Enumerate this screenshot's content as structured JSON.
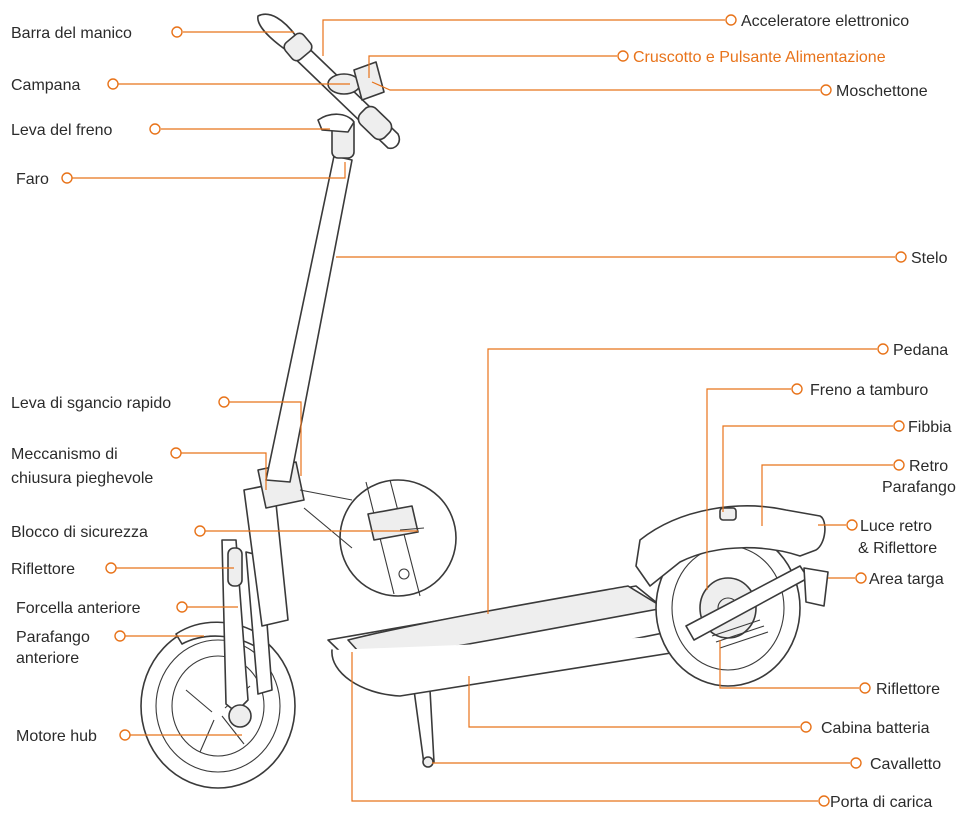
{
  "labels": {
    "acceleratore": "Acceleratore elettronico",
    "cruscotto": "Cruscotto e Pulsante Alimentazione",
    "moschettone": "Moschettone",
    "barra": "Barra del manico",
    "campana": "Campana",
    "leva_freno": "Leva del freno",
    "faro": "Faro",
    "stelo": "Stelo",
    "pedana": "Pedana",
    "leva_sgancio": "Leva di sgancio rapido",
    "freno_tamburo": "Freno a tamburo",
    "fibbia": "Fibbia",
    "meccanismo_1": "Meccanismo di",
    "meccanismo_2": "chiusura pieghevole",
    "retro_parafango_1": "Retro",
    "retro_parafango_2": "Parafango",
    "blocco": "Blocco di sicurezza",
    "luce_retro_1": "Luce retro",
    "luce_retro_2": "& Riflettore",
    "riflettore_1": "Riflettore",
    "area_targa": "Area targa",
    "forcella": "Forcella anteriore",
    "parafango_ant_1": "Parafango",
    "parafango_ant_2": "anteriore",
    "riflettore_2": "Riflettore",
    "motore": "Motore hub",
    "cabina": "Cabina batteria",
    "cavalletto": "Cavalletto",
    "porta": "Porta di carica"
  },
  "colors": {
    "accent": "#e8731a",
    "line_art": "#3a3a3a",
    "text": "#2b2b2b"
  }
}
